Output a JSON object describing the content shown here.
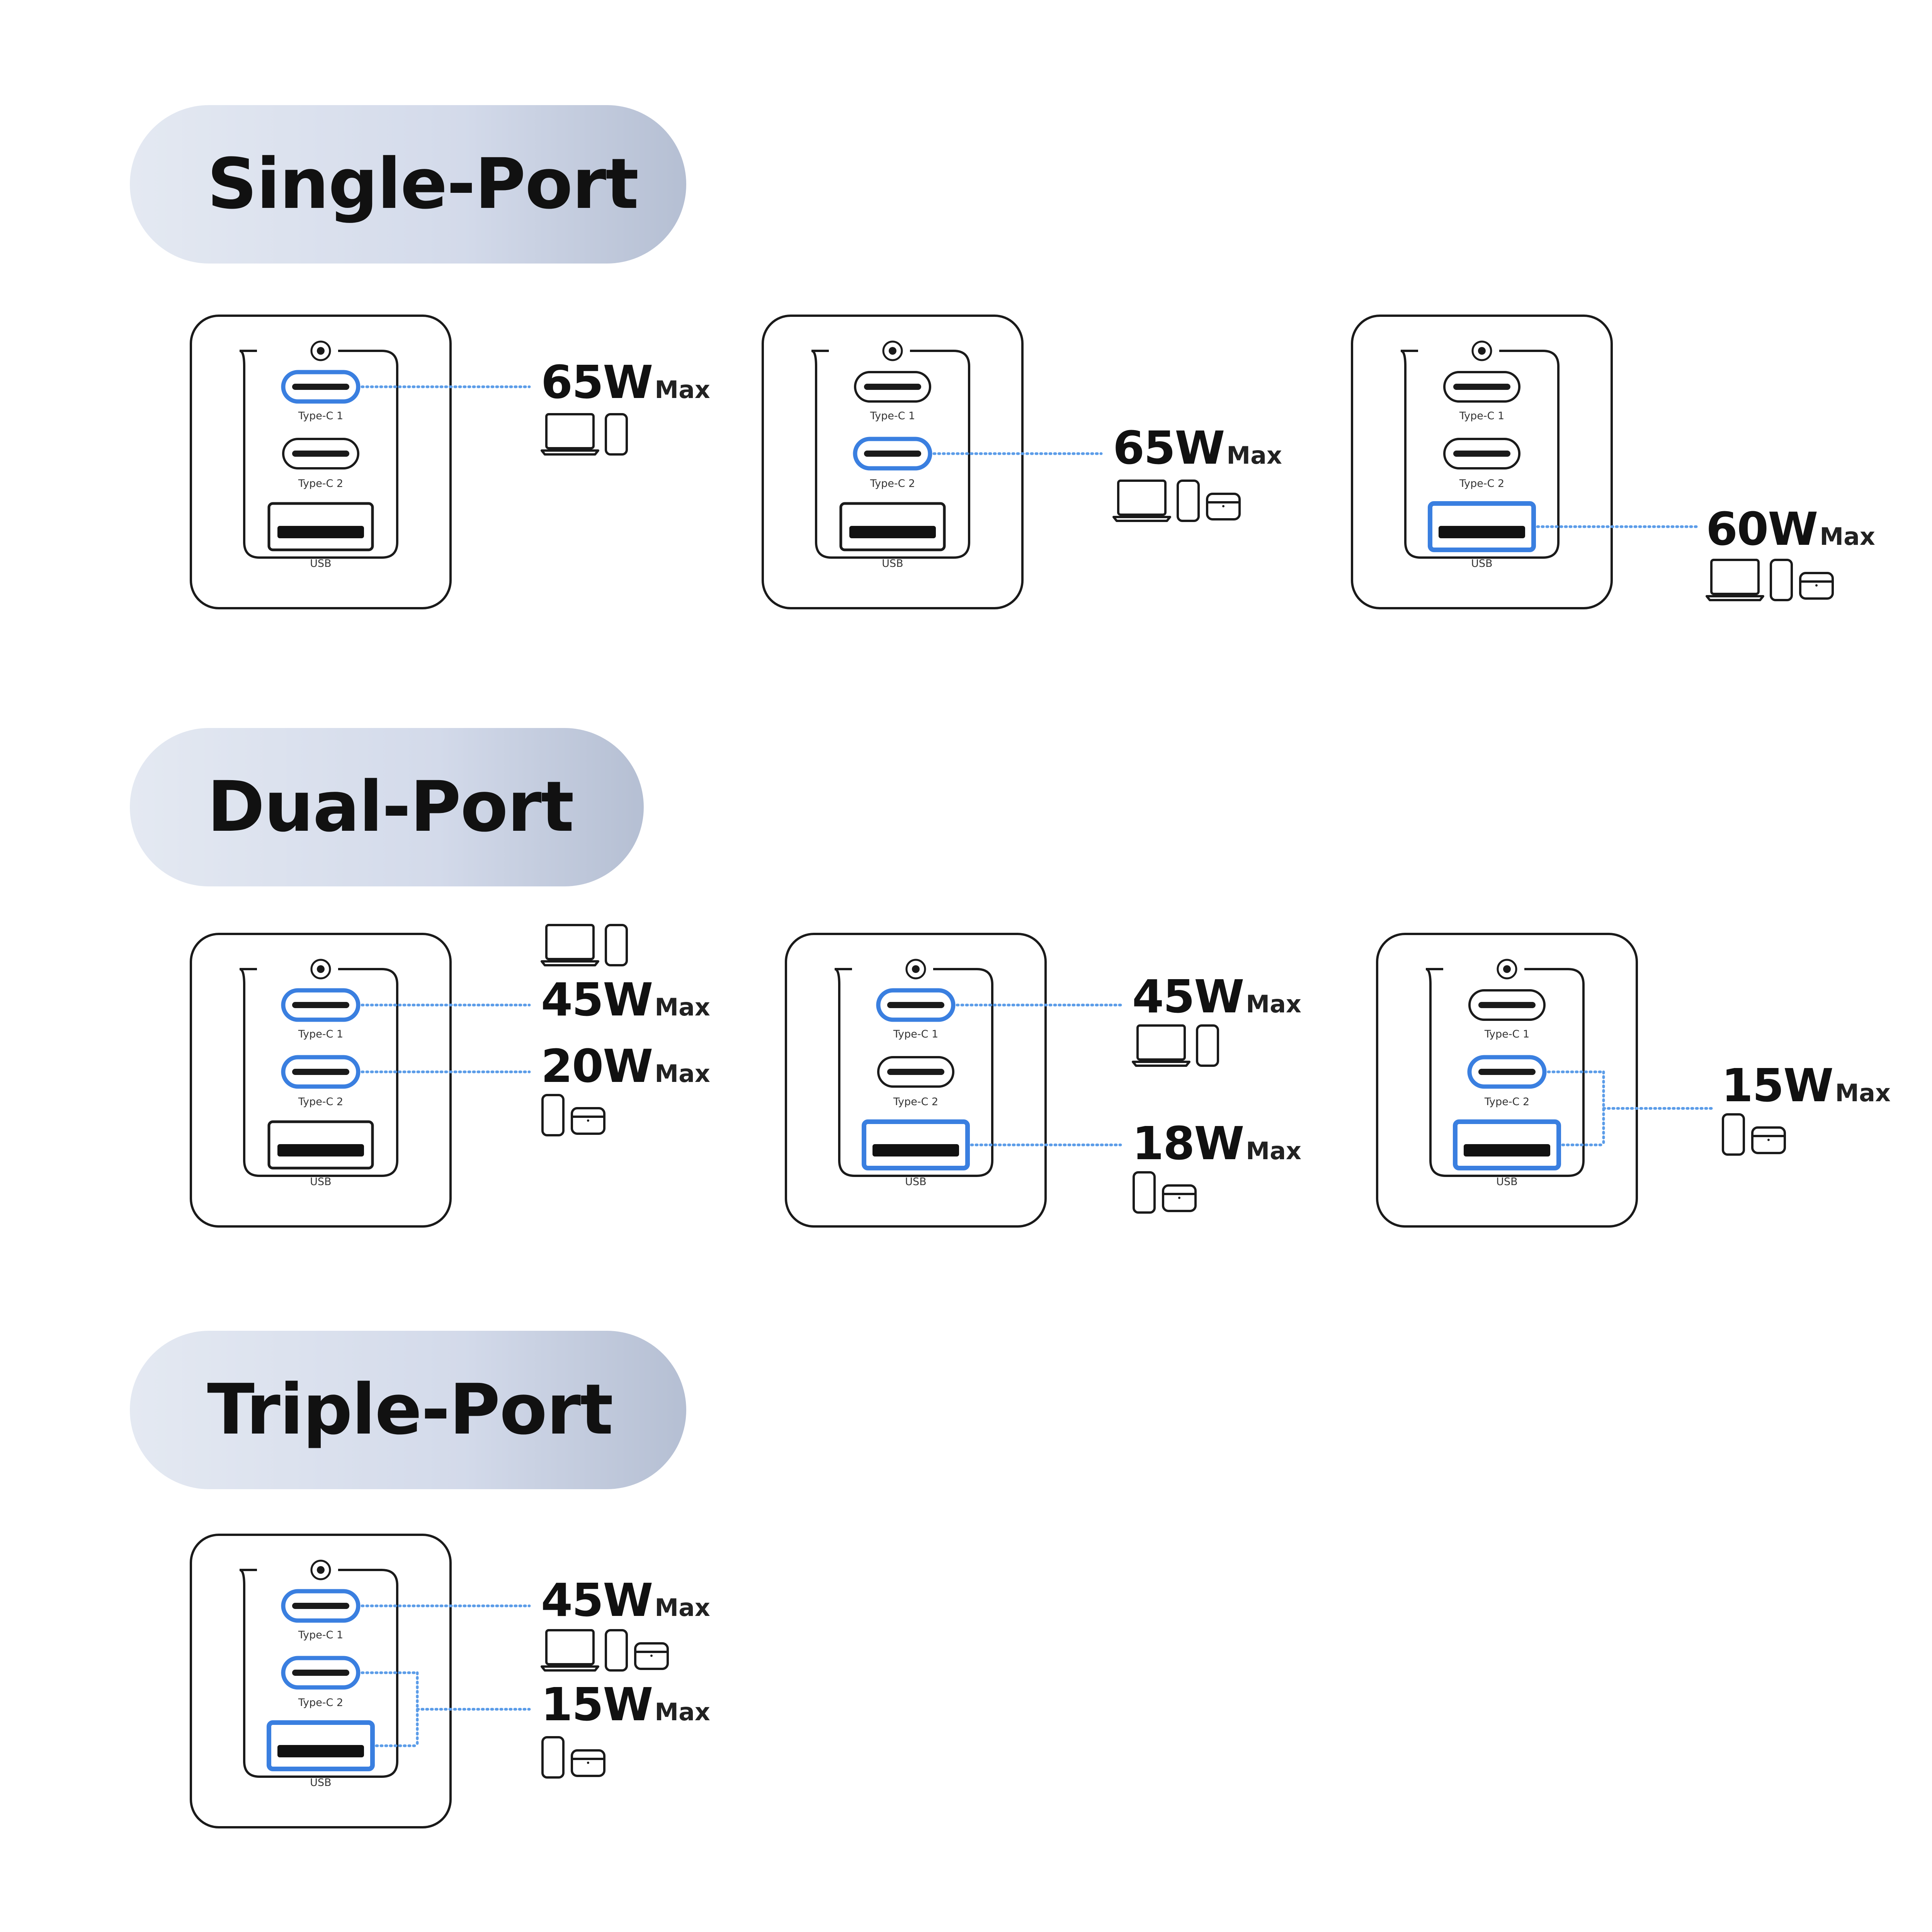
{
  "sections": [
    {
      "title": "Single-Port"
    },
    {
      "title": "Dual-Port"
    },
    {
      "title": "Triple-Port"
    }
  ],
  "port_labels": {
    "c1": "Type-C 1",
    "c2": "Type-C 2",
    "usb": "USB"
  },
  "max_suffix": "Max",
  "colors": {
    "active_port": "#3a7fe0",
    "connector_line": "#5b9ce8",
    "pill": "#d3daea",
    "outline": "#1a1a1a"
  },
  "configs": [
    {
      "section": "Single-Port",
      "active_ports": [
        "Type-C 1"
      ],
      "outputs": [
        {
          "watts": "65W",
          "devices": [
            "laptop-icon",
            "phone-icon"
          ]
        }
      ]
    },
    {
      "section": "Single-Port",
      "active_ports": [
        "Type-C 2"
      ],
      "outputs": [
        {
          "watts": "65W",
          "devices": [
            "laptop-icon",
            "phone-icon",
            "earbuds-icon"
          ]
        }
      ]
    },
    {
      "section": "Single-Port",
      "active_ports": [
        "USB"
      ],
      "outputs": [
        {
          "watts": "60W",
          "devices": [
            "laptop-icon",
            "phone-icon",
            "earbuds-icon"
          ]
        }
      ]
    },
    {
      "section": "Dual-Port",
      "active_ports": [
        "Type-C 1",
        "Type-C 2"
      ],
      "outputs": [
        {
          "watts": "45W",
          "devices": [
            "laptop-icon",
            "phone-icon"
          ]
        },
        {
          "watts": "20W",
          "devices": [
            "phone-icon",
            "earbuds-icon"
          ]
        }
      ]
    },
    {
      "section": "Dual-Port",
      "active_ports": [
        "Type-C 1",
        "USB"
      ],
      "outputs": [
        {
          "watts": "45W",
          "devices": [
            "laptop-icon",
            "phone-icon"
          ]
        },
        {
          "watts": "18W",
          "devices": [
            "phone-icon",
            "earbuds-icon"
          ]
        }
      ]
    },
    {
      "section": "Dual-Port",
      "active_ports": [
        "Type-C 2",
        "USB"
      ],
      "outputs": [
        {
          "watts": "15W",
          "devices": [
            "phone-icon",
            "earbuds-icon"
          ]
        }
      ]
    },
    {
      "section": "Triple-Port",
      "active_ports": [
        "Type-C 1",
        "Type-C 2",
        "USB"
      ],
      "outputs": [
        {
          "watts": "45W",
          "devices": [
            "laptop-icon",
            "phone-icon",
            "earbuds-icon"
          ]
        },
        {
          "watts": "15W",
          "devices": [
            "phone-icon",
            "earbuds-icon"
          ]
        }
      ]
    }
  ]
}
